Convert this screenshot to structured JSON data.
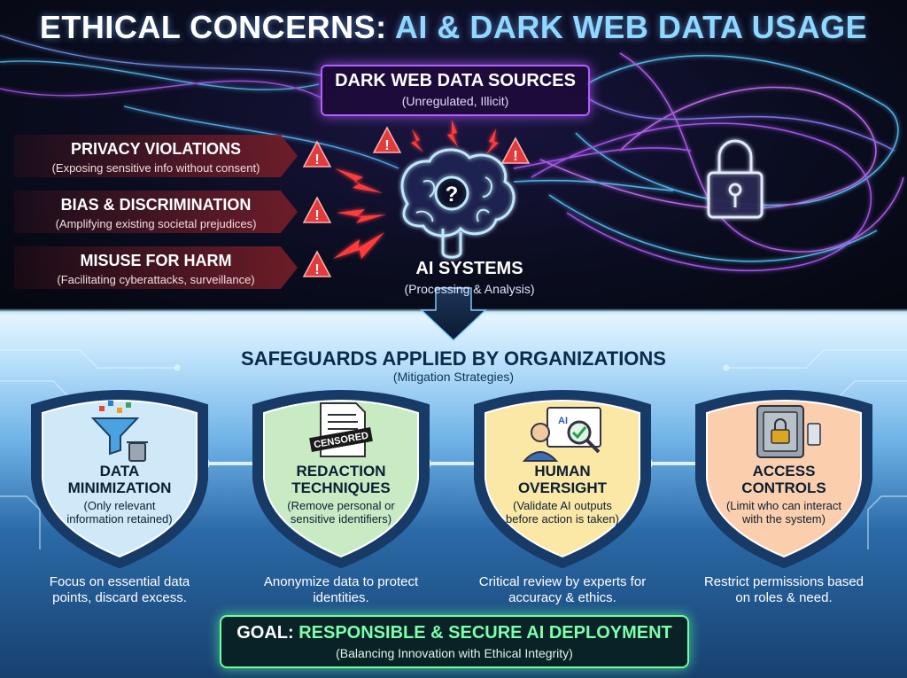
{
  "header": {
    "title_prefix": "ETHICAL CONCERNS:",
    "title_accent": "AI & DARK WEB DATA USAGE"
  },
  "dark_web": {
    "title": "DARK WEB DATA SOURCES",
    "subtitle": "(Unregulated, Illicit)"
  },
  "risks": [
    {
      "title": "PRIVACY VIOLATIONS",
      "subtitle": "(Exposing sensitive info without consent)"
    },
    {
      "title": "BIAS & DISCRIMINATION",
      "subtitle": "(Amplifying existing societal prejudices)"
    },
    {
      "title": "MISUSE FOR HARM",
      "subtitle": "(Facilitating cyberattacks, surveillance)"
    }
  ],
  "ai_systems": {
    "title": "AI SYSTEMS",
    "subtitle": "(Processing & Analysis)",
    "brain_symbol": "?"
  },
  "safeguards": {
    "title": "SAFEGUARDS APPLIED BY ORGANIZATIONS",
    "subtitle": "(Mitigation Strategies)",
    "items": [
      {
        "title_line1": "DATA",
        "title_line2": "MINIMIZATION",
        "desc": "(Only relevant information retained)",
        "caption": "Focus on essential data points, discard excess.",
        "color": "#cfe9f8",
        "icon": "funnel-trash-icon"
      },
      {
        "title_line1": "REDACTION",
        "title_line2": "TECHNIQUES",
        "desc": "(Remove personal or sensitive identifiers)",
        "caption": "Anonymize data to protect identities.",
        "color": "#c9ebc4",
        "icon": "censored-document-icon",
        "stamp": "CENSORED"
      },
      {
        "title_line1": "HUMAN",
        "title_line2": "OVERSIGHT",
        "desc": "(Validate AI outputs before action is taken)",
        "caption": "Critical review by experts for accuracy & ethics.",
        "color": "#fbe8a6",
        "icon": "reviewer-icon",
        "screen_label": "AI"
      },
      {
        "title_line1": "ACCESS",
        "title_line2": "CONTROLS",
        "desc": "(Limit who can interact with the system)",
        "caption": "Restrict permissions based on roles & need.",
        "color": "#fbcfae",
        "icon": "vault-lock-icon"
      }
    ]
  },
  "goal": {
    "prefix": "GOAL:",
    "accent": "RESPONSIBLE & SECURE AI DEPLOYMENT",
    "subtitle": "(Balancing Innovation with Ethical Integrity)"
  },
  "colors": {
    "danger": "#e23b3b",
    "neon_purple": "#b55cff",
    "neon_blue": "#59c7ff",
    "goal_green": "#6dff9e"
  }
}
